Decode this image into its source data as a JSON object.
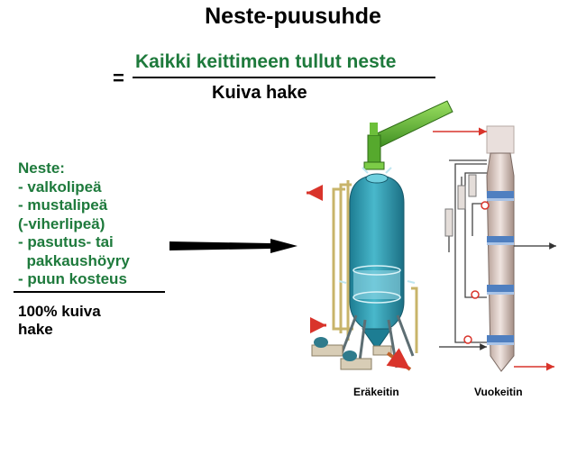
{
  "title": "Neste-puusuhde",
  "formula": {
    "equals": "=",
    "numerator": "Kaikki keittimeen tullut neste",
    "denominator": "Kuiva hake"
  },
  "liquids": {
    "heading": "Neste:",
    "items": [
      "- valkolipeä",
      "- mustalipeä",
      "(-viherlipeä)",
      "- pasutus- tai",
      "  pakkaushöyry",
      "- puun kosteus"
    ]
  },
  "dry_chips": [
    "100% kuiva",
    "hake"
  ],
  "batch_digester_label": "Eräkeitin",
  "continuous_digester_label": "Vuokeitin",
  "colors": {
    "green_text": "#1e7a3c",
    "vessel_teal": "#2a9bb0",
    "pipe_green": "#6cbf3a",
    "pipe_yellow": "#c8b46a",
    "arrow_red": "#d9342b"
  }
}
